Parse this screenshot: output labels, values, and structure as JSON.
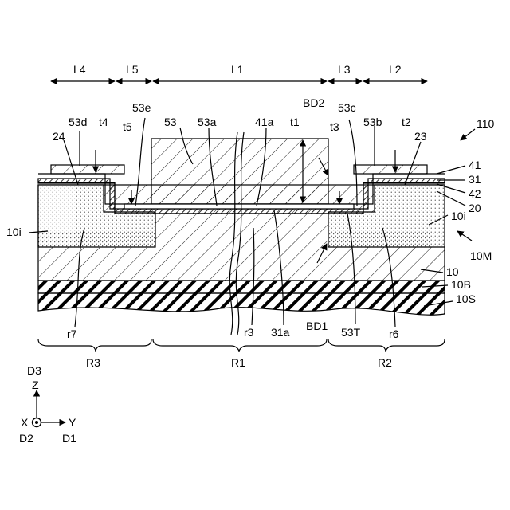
{
  "figure_number": "110",
  "dimensions": [
    "L4",
    "L5",
    "L1",
    "L3",
    "L2"
  ],
  "regions": [
    "R3",
    "R1",
    "R2"
  ],
  "top_labels": {
    "t_53d": "53d",
    "t_t4": "t4",
    "t_53e": "53e",
    "t_t5": "t5",
    "t_53": "53",
    "t_53a": "53a",
    "t_41a": "41a",
    "t_t1": "t1",
    "t_bd2": "BD2",
    "t_53c": "53c",
    "t_t3": "t3",
    "t_53b": "53b",
    "t_t2": "t2",
    "t_23": "23",
    "t_24": "24"
  },
  "right_labels": {
    "r_41": "41",
    "r_31": "31",
    "r_42": "42",
    "r_20": "20",
    "r_10i": "10i",
    "r_10m": "10M",
    "r_10": "10",
    "r_10b": "10B",
    "r_10s": "10S"
  },
  "left_labels": {
    "l_10i": "10i"
  },
  "bottom_labels": {
    "b_r7": "r7",
    "b_r3": "r3",
    "b_31a": "31a",
    "b_bd1": "BD1",
    "b_53t": "53T",
    "b_r6": "r6"
  },
  "axes": {
    "d3": "D3",
    "z": "Z",
    "x": "X",
    "y": "Y",
    "d2": "D2",
    "d1": "D1"
  }
}
